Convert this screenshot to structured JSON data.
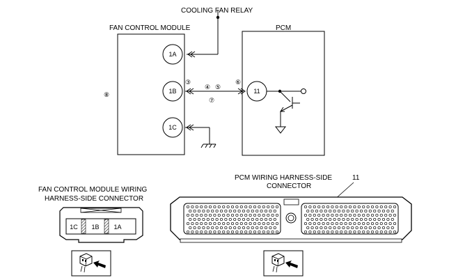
{
  "labels": {
    "cooling_fan_relay": "COOLING FAN RELAY",
    "fan_control_module": "FAN CONTROL MODULE",
    "pcm": "PCM",
    "pcm_connector_line1": "PCM WIRING  HARNESS-SIDE",
    "pcm_connector_line2": "CONNECTOR",
    "fcm_connector_line1": "FAN CONTROL MODULE WIRING",
    "fcm_connector_line2": "HARNESS-SIDE CONNECTOR",
    "pcm_pin_callout": "11"
  },
  "fcm_terminals": [
    "1A",
    "1B",
    "1C"
  ],
  "pcm_terminal": "11",
  "circled_numbers": {
    "n3": "③",
    "n4": "④",
    "n5": "⑤",
    "n6": "⑥",
    "n7": "⑦",
    "n8": "⑧"
  },
  "fcm_connector_pins": [
    "1C",
    "1B",
    "1A"
  ]
}
